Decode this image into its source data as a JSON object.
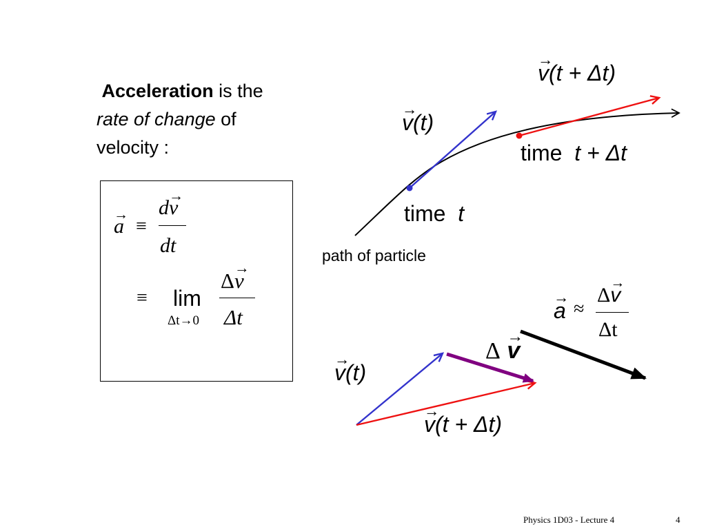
{
  "intro": {
    "term": "Acceleration",
    "text1": " is the",
    "emph": "rate of change",
    "text2": " of",
    "text3": "velocity :"
  },
  "definition": {
    "a": "a",
    "equiv": "≡",
    "num_d": "d",
    "num_v": "v",
    "den": "dt",
    "equiv2": "≡",
    "lim": "lim",
    "lim_sub": "Δt→0",
    "frac2_delta": "Δ",
    "frac2_v": "v",
    "frac2_den": "Δt"
  },
  "trajectory": {
    "v_t_label_v": "v",
    "v_t_label_args": "(t)",
    "v_tdt_label_v": "v",
    "v_tdt_label_args": "(t + Δt)",
    "time_t_word": "time",
    "time_t_var": "t",
    "time_tdt_word": "time",
    "time_tdt_var": "t + Δt",
    "path_label": "path of particle"
  },
  "vector_diagram": {
    "v_t_label_v": "v",
    "v_t_label_args": "(t)",
    "v_tdt_label_v": "v",
    "v_tdt_label_args": "(t + Δt)",
    "dv_delta": "Δ",
    "dv_v": "v",
    "approx_a": "a",
    "approx_sym": "≈",
    "approx_num_delta": "Δ",
    "approx_num_v": "v",
    "approx_den": "Δt"
  },
  "colors": {
    "v_t": "#3333cc",
    "v_tdt": "#ee1111",
    "dv": "#800080",
    "a": "#000000"
  },
  "footer": {
    "title": "Physics 1D03 - Lecture 4",
    "page": "4"
  }
}
